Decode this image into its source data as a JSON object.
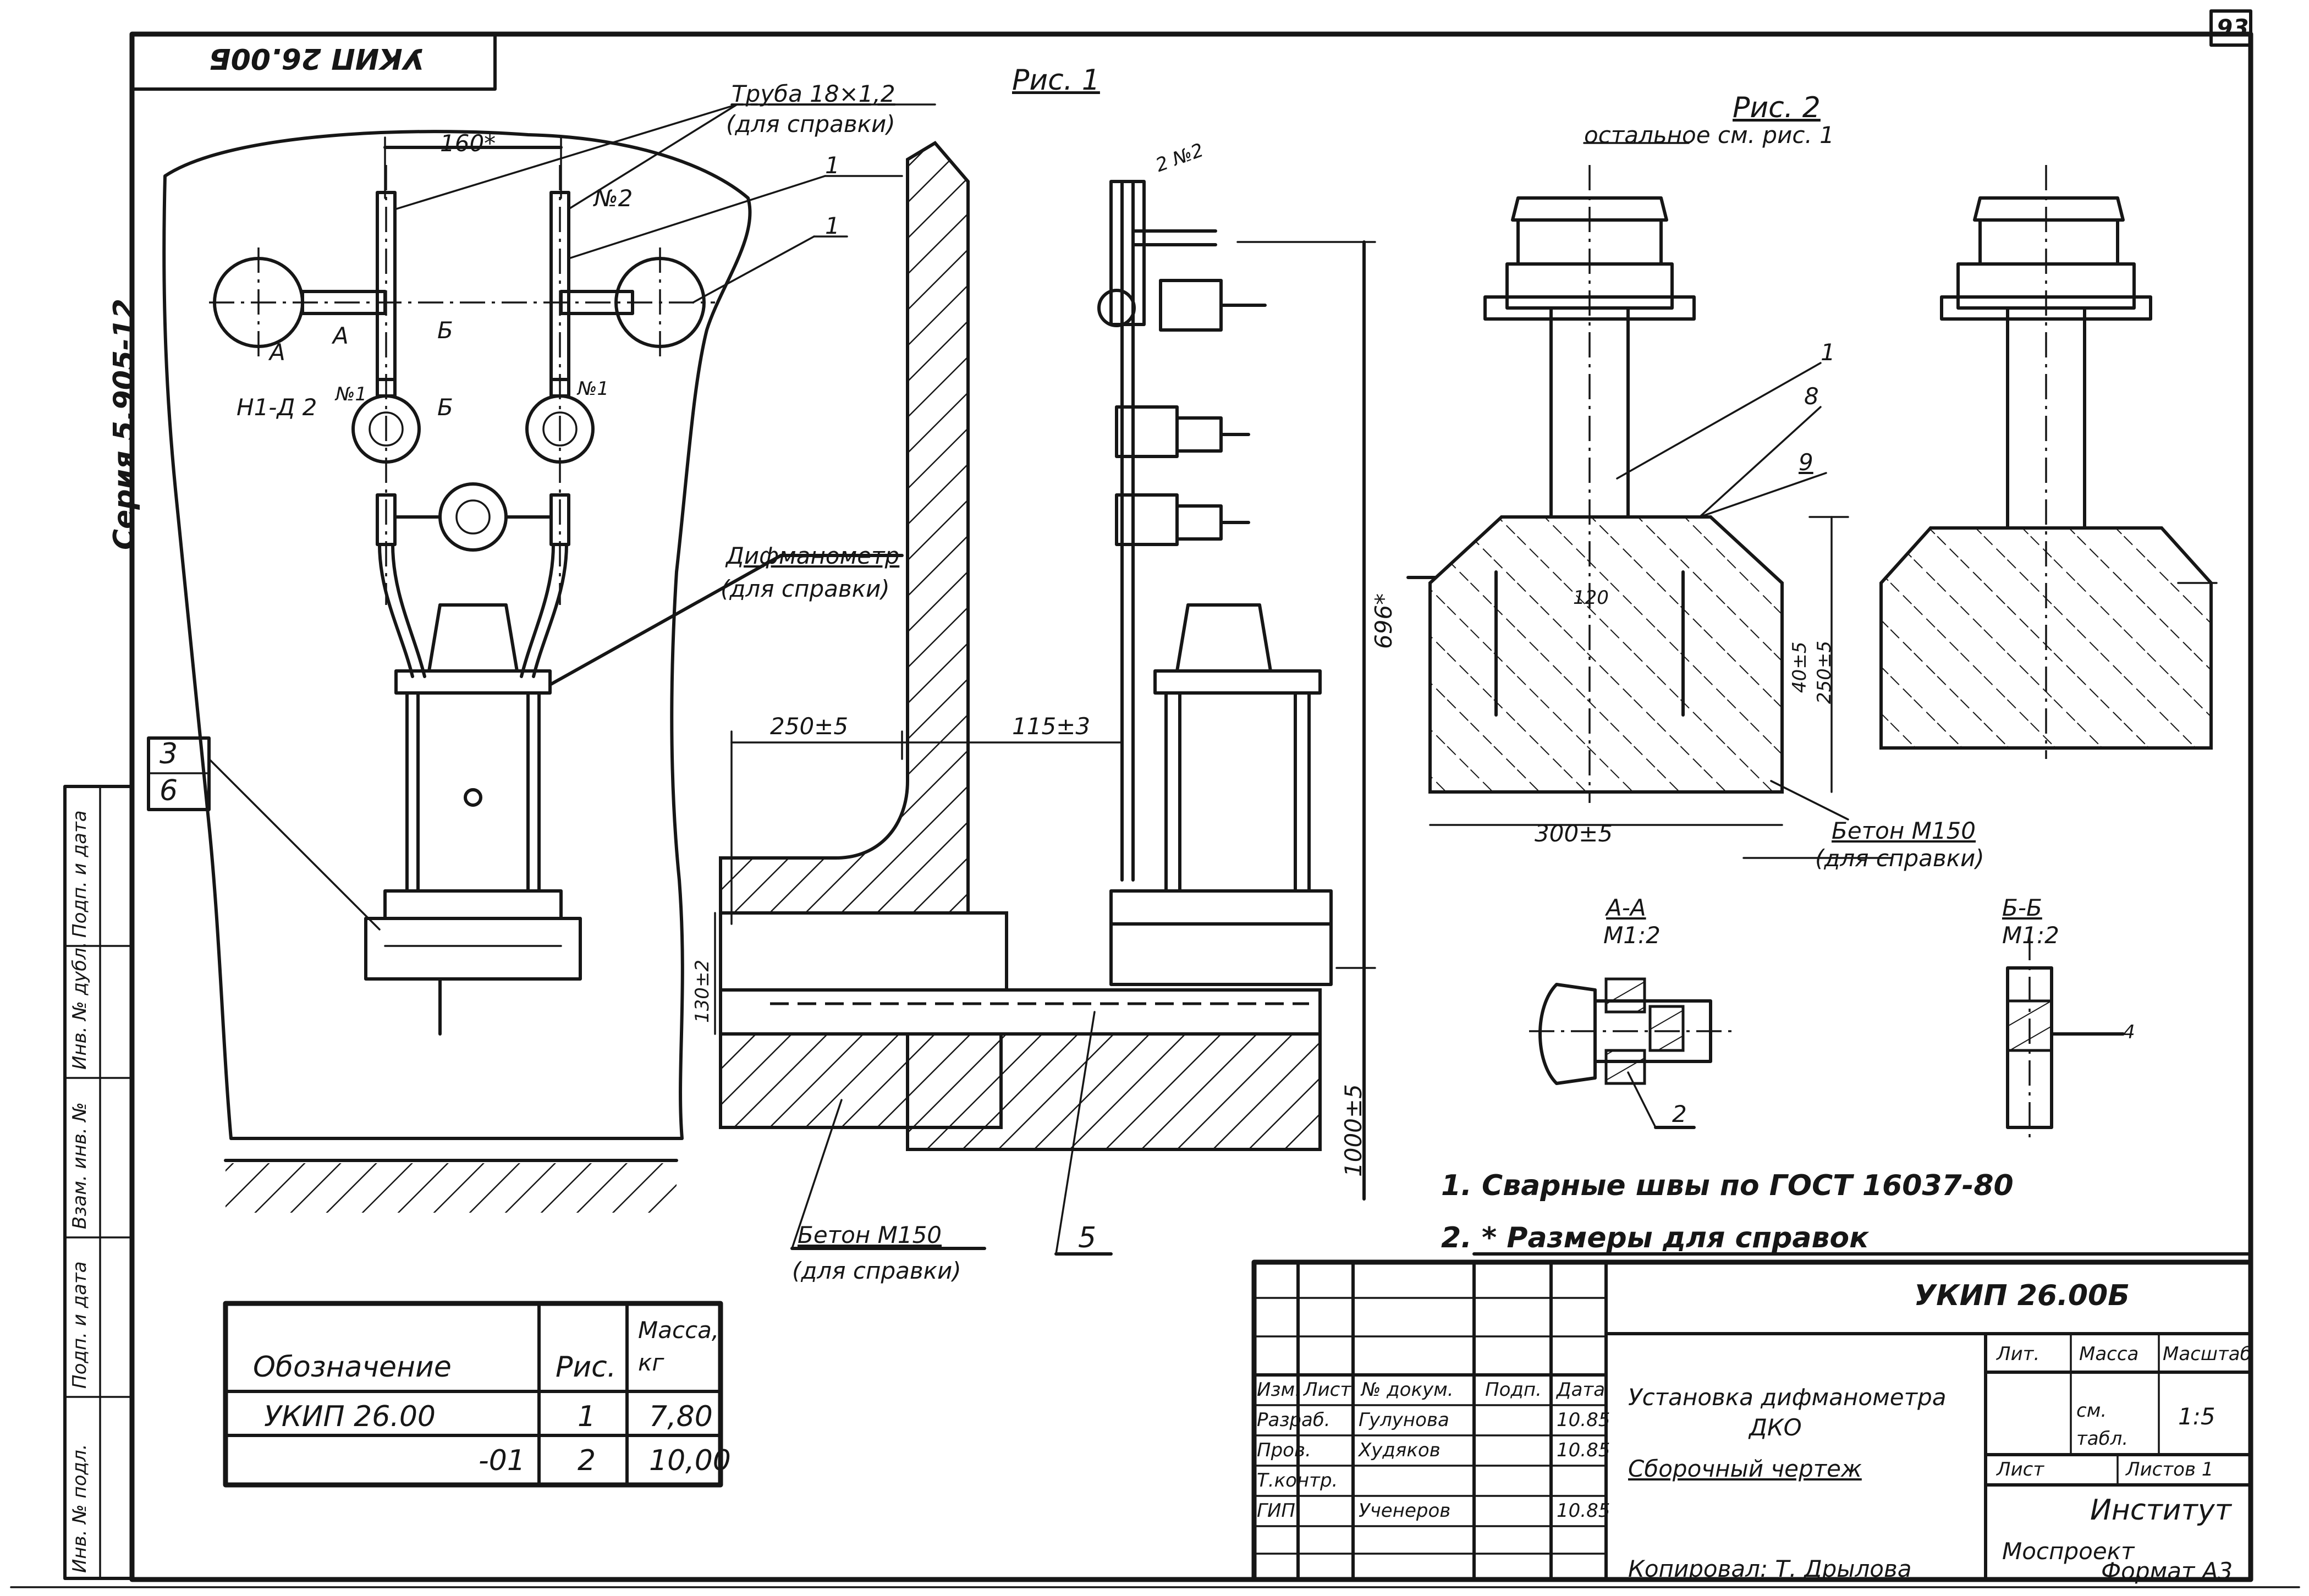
{
  "sheet": {
    "page_number": "93",
    "top_stamp": "УКИП 26.00Б",
    "series": "Серия 5.905-12"
  },
  "fig1": {
    "title": "Рис. 1",
    "callout_pipe_title": "Труба 18×1,2",
    "callout_pipe_note": "(для справки)",
    "dim_160": "160*",
    "label_n2": "№2",
    "label_n1_top": "№1",
    "label_n1": "№1",
    "label_1": "1",
    "label_1b": "1",
    "section_a1": "А",
    "section_a2": "А",
    "section_b1": "Б",
    "section_b2": "Б",
    "label_h1": "Н1-Д 2",
    "callout_manometer_title": "Дифманометр",
    "callout_manometer_note": "(для справки)",
    "label_3": "3",
    "label_6": "6",
    "label_2n2": "2 №2",
    "dim_250": "250±5",
    "dim_115": "115±3",
    "dim_696": "696*",
    "dim_130": "130±2",
    "dim_1000": "1000±5",
    "concrete_title": "Бетон М150",
    "concrete_note": "(для справки)",
    "label_5": "5"
  },
  "fig2": {
    "title": "Рис. 2",
    "subtitle": "остальное см. рис. 1",
    "label_1": "1",
    "label_8": "8",
    "label_9": "9",
    "dim_300": "300±5",
    "dim_250v": "250±5",
    "dim_40": "40±5",
    "dim_120": "120",
    "concrete_title": "Бетон М150",
    "concrete_note": "(для справки)"
  },
  "sections": {
    "a_title": "А-А",
    "a_scale": "М1:2",
    "b_title": "Б-Б",
    "b_scale": "М1:2",
    "label_2": "2",
    "dim_4": "4"
  },
  "notes": [
    "1. Сварные швы по ГОСТ 16037-80",
    "2. * Размеры для справок"
  ],
  "spec_table": {
    "headers": [
      "Обозначение",
      "Рис.",
      "Масса, кг"
    ],
    "rows": [
      [
        "УКИП 26.00",
        "1",
        "7,80"
      ],
      [
        "-01",
        "2",
        "10,00"
      ]
    ]
  },
  "side_stamp": {
    "labels": [
      "Инв. № подл.",
      "Подп. и дата",
      "Взам. инв. №",
      "Инв. № дубл.",
      "Подп. и дата"
    ]
  },
  "title_block": {
    "doc_code": "УКИП 26.00Б",
    "name_line1": "Установка дифманометра",
    "name_line2": "ДКО",
    "doc_type": "Сборочный чертеж",
    "head_lit": "Лит.",
    "head_mass": "Масса",
    "head_scale": "Масштаб",
    "mass_value": "см. табл.",
    "scale_value": "1:5",
    "sheet_label": "Лист",
    "sheets_label": "Листов 1",
    "org_line1": "Институт",
    "org_line2": "Моспроект",
    "sign_headers": [
      "Изм.",
      "Лист",
      "№ докум.",
      "Подп.",
      "Дата"
    ],
    "signers": [
      {
        "role": "Разраб.",
        "name": "Гулунова",
        "date": "10.85"
      },
      {
        "role": "Пров.",
        "name": "Худяков",
        "date": "10.85"
      },
      {
        "role": "Т.контр.",
        "name": "",
        "date": ""
      },
      {
        "role": "ГИП",
        "name": "Ученеров",
        "date": "10.85"
      }
    ],
    "copied": "Копировал: Т. Дрылова",
    "format": "Формат А3"
  }
}
